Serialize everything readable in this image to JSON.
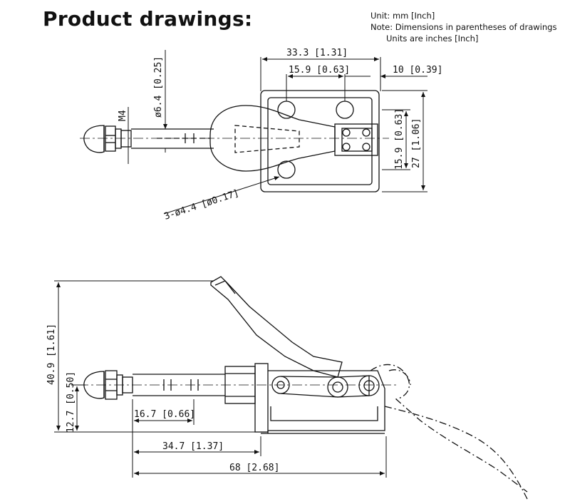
{
  "title": "Product drawings:",
  "notes": {
    "unit": "Unit: mm [Inch]",
    "note_line1": "Note: Dimensions in parentheses of drawings",
    "note_line2": "Units are inches [Inch]"
  },
  "top_view": {
    "dim_total_width": "33.3 [1.31]",
    "dim_hole_spacing": "15.9 [0.63]",
    "dim_right_offset": "10 [0.39]",
    "dim_rod_diameter": "ø6.4 [0.25]",
    "dim_thread": "M4",
    "dim_hole_pitch_v": "15.9 [0.63]",
    "dim_total_height": "27 [1.06]",
    "dim_holes": "3-ø4.4 [ø0.17]"
  },
  "side_view": {
    "dim_height": "40.9 [1.61]",
    "dim_axis_height": "12.7 [0.50]",
    "dim_stroke": "16.7 [0.66]",
    "dim_mid": "34.7 [1.37]",
    "dim_overall": "68 [2.68]"
  }
}
